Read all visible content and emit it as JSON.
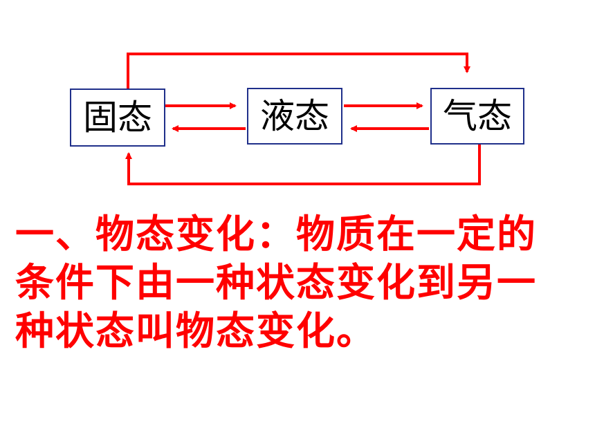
{
  "diagram": {
    "states": {
      "solid": "固态",
      "liquid": "液态",
      "gas": "气态"
    },
    "arrow_color": "#ff0000",
    "box_border_color": "#1f2f8a"
  },
  "definition": {
    "lines": [
      "一、物态变化：物质在一定的",
      "条件下由一种状态变化到另一",
      "种状态叫物态变化。"
    ],
    "color": "#ff0000"
  }
}
